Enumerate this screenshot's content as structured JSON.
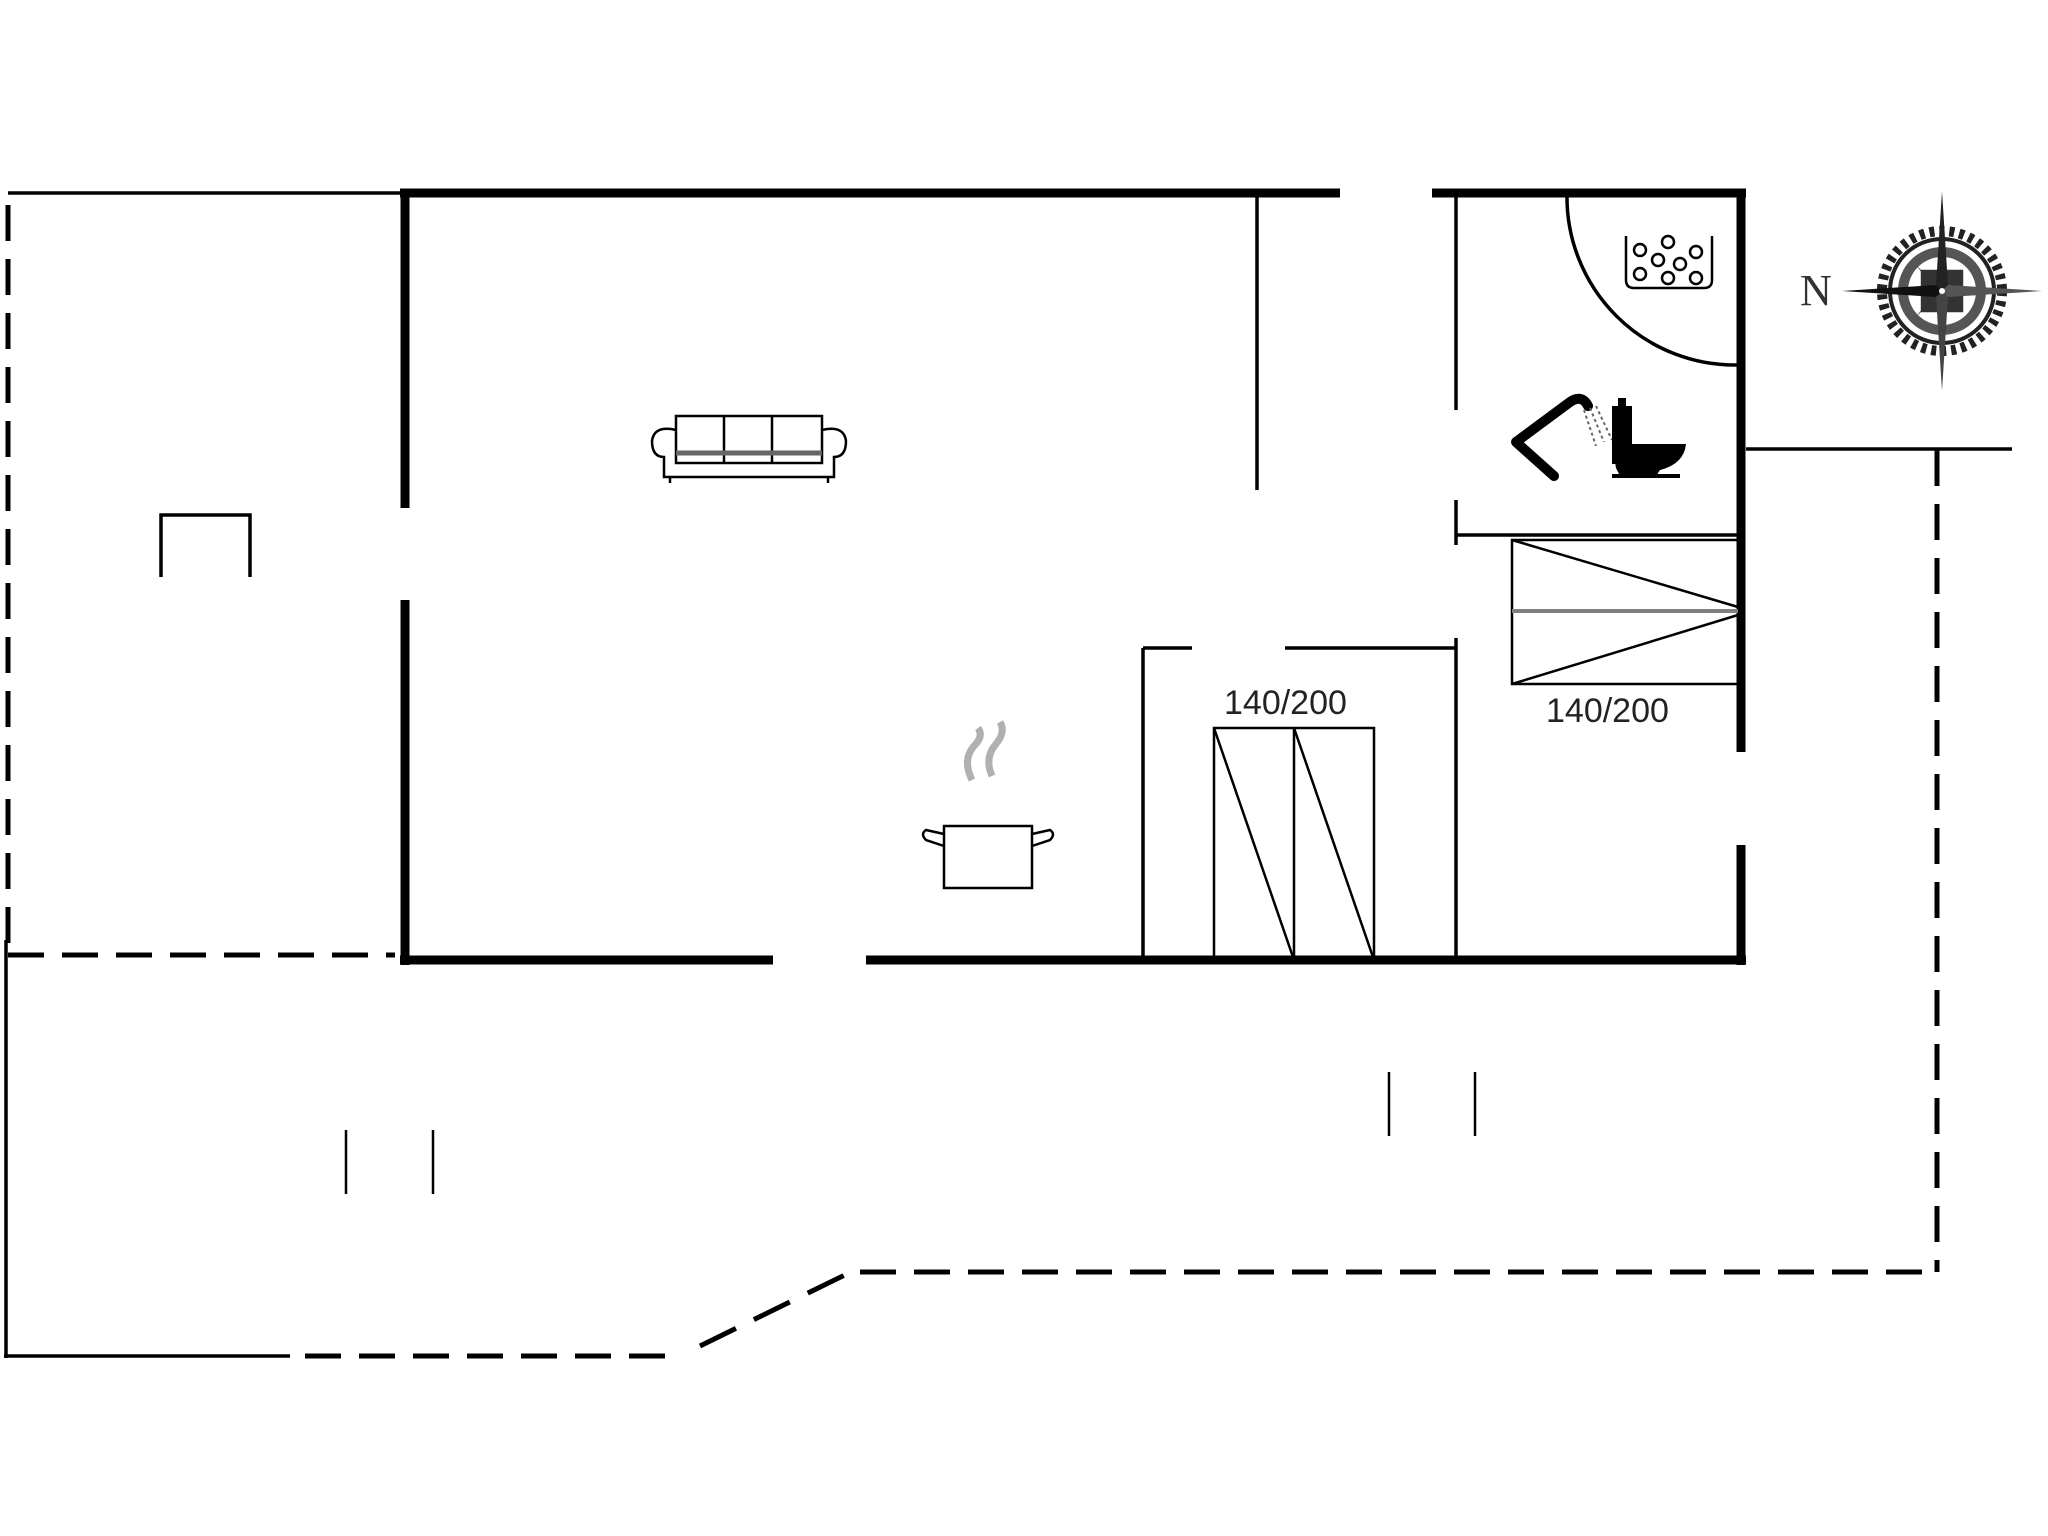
{
  "plan": {
    "type": "floor-plan",
    "background": "#ffffff",
    "line_color": "#000000"
  },
  "compass": {
    "north_label": "N",
    "icon": "compass-rose-icon"
  },
  "rooms": {
    "living_room": {
      "icon": "sofa-icon"
    },
    "kitchen": {
      "icon": "cooking-pot-icon"
    },
    "bedroom_1": {
      "bed_label": "140/200",
      "icon": "double-bed-icon"
    },
    "bedroom_2": {
      "bed_label": "140/200",
      "icon": "double-bed-icon"
    },
    "bathroom": {
      "icons": [
        "whirlpool-tub-icon",
        "shower-icon",
        "toilet-icon"
      ]
    },
    "annex": {
      "icon": "fireplace-icon"
    }
  }
}
